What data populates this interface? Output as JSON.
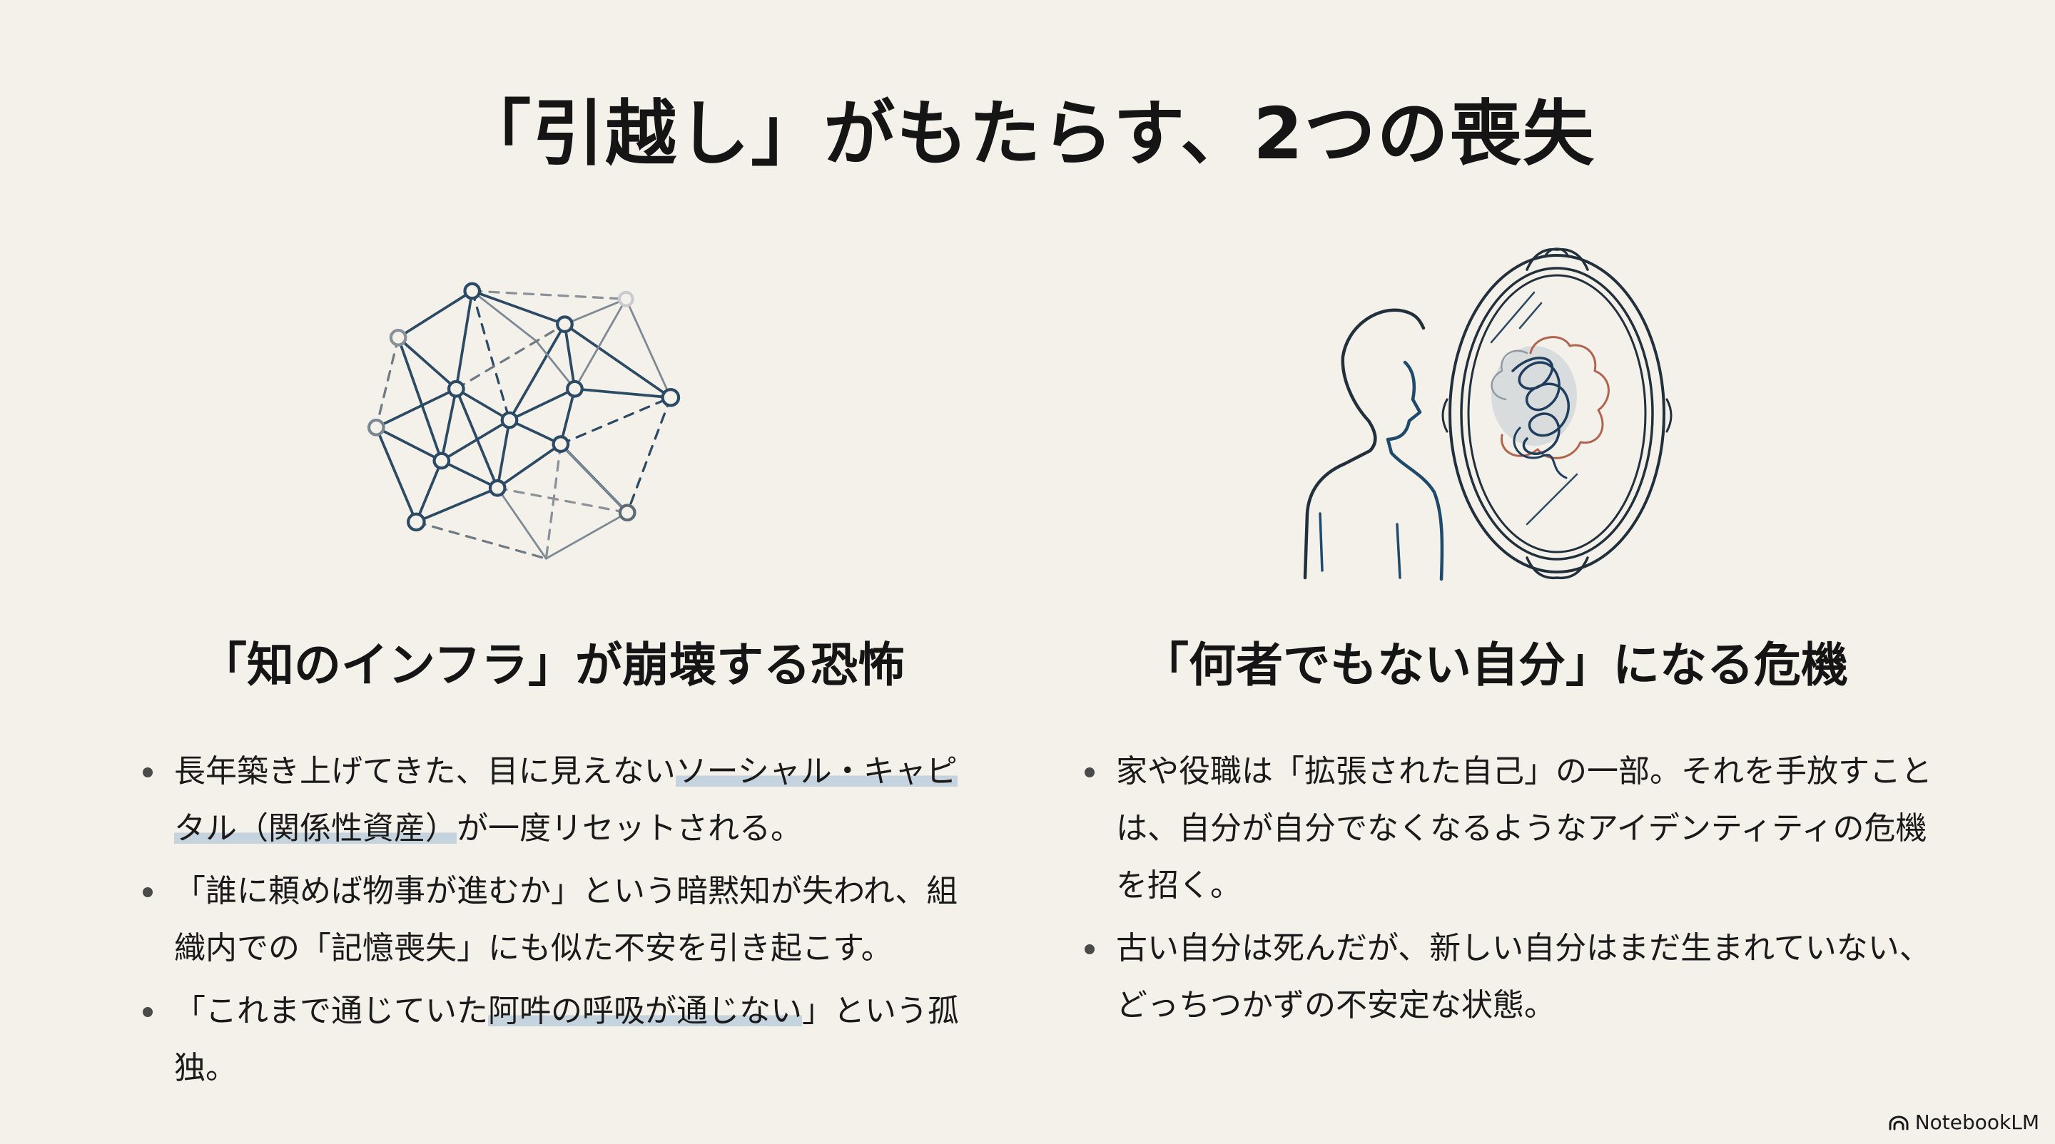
{
  "slide": {
    "title": "「引越し」がもたらす、2つの喪失",
    "background_color": "#f4f1eb",
    "highlight_color": "#c5d3de",
    "accent_color": "#2c4a63"
  },
  "left": {
    "illustration": "network-graph-icon",
    "heading": "「知のインフラ」が崩壊する恐怖",
    "bullets": [
      {
        "pre": "長年築き上げてきた、目に見えない",
        "highlight": "ソーシャル・キャピタル（関係性資産）",
        "post": "が一度リセットされる。"
      },
      {
        "pre": "「誰に頼めば物事が進むか」という暗黙知が失われ、組織内での「記憶喪失」にも似た不安を引き起こす。",
        "highlight": "",
        "post": ""
      },
      {
        "pre": "「これまで通じていた",
        "highlight": "阿吽の呼吸が通じない",
        "post": "」という孤独。"
      }
    ]
  },
  "right": {
    "illustration": "person-mirror-icon",
    "heading": "「何者でもない自分」になる危機",
    "bullets": [
      {
        "pre": "家や役職は「拡張された自己」の一部。それを手放すことは、自分が自分でなくなるようなアイデンティティの危機を招く。",
        "highlight": "",
        "post": ""
      },
      {
        "pre": "古い自分は死んだが、新しい自分はまだ生まれていない、どっちつかずの不安定な状態。",
        "highlight": "",
        "post": ""
      }
    ]
  },
  "footer": {
    "brand": "NotebookLM",
    "brand_icon": "notebooklm-logo-icon"
  }
}
